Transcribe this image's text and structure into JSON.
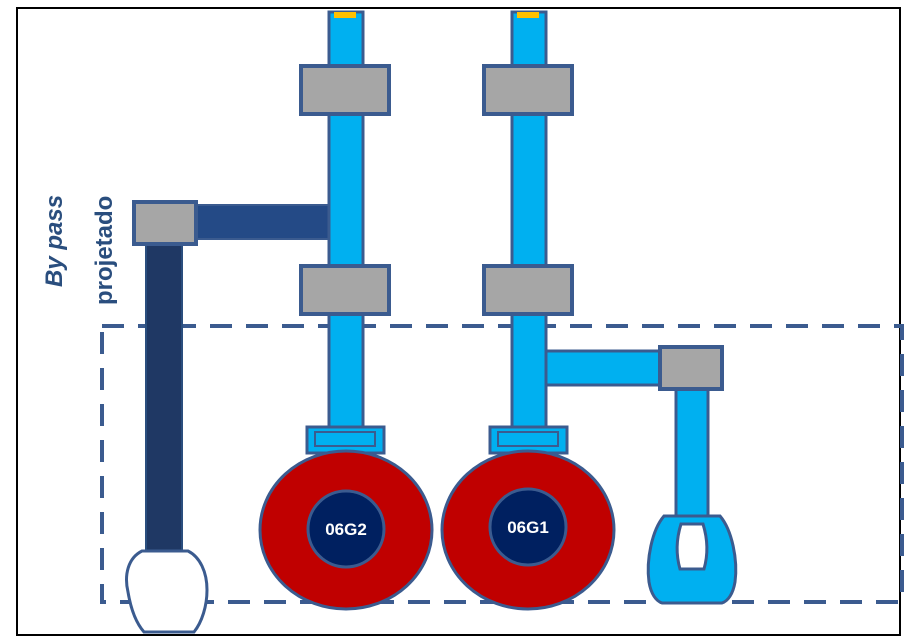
{
  "labels": {
    "bypass_title": "By pass",
    "bypass_subtitle": "projetado",
    "pump_left": "06G2",
    "pump_right": "06G1"
  },
  "colors": {
    "pipe_light": "#00b0f0",
    "pipe_dark": "#1f3864",
    "pipe_medium": "#244a86",
    "outline": "#3b5b8f",
    "valve": "#a6a6a6",
    "pump_outer": "#c00000",
    "pump_inner": "#002060",
    "marker": "#ffc000",
    "dashed_box": "#3b5b8f",
    "frame": "#000000"
  }
}
